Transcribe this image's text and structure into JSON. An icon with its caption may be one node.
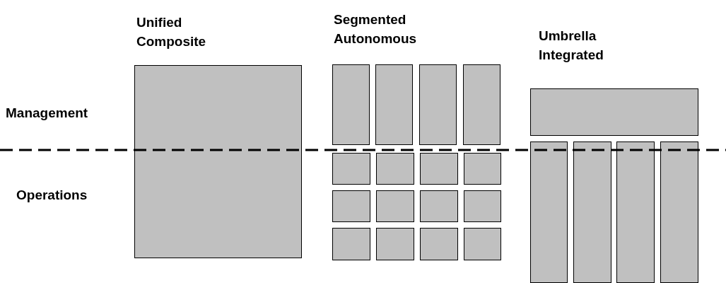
{
  "diagram": {
    "nodes": [
      {
        "text": [],
        "shape": "box"
      },
      {
        "text": [],
        "shape": "box"
      },
      {
        "text": [],
        "shape": "box"
      },
      {
        "text": [],
        "shape": "box"
      },
      {
        "text": [],
        "shape": "box"
      },
      {
        "text": [],
        "shape": "box"
      },
      {
        "text": [],
        "shape": "box"
      },
      {
        "text": [],
        "shape": "box"
      },
      {
        "text": [],
        "shape": "box"
      },
      {
        "text": [],
        "shape": "box"
      },
      {
        "text": [],
        "shape": "box"
      },
      {
        "text": [],
        "shape": "box"
      },
      {
        "text": [],
        "shape": "box"
      },
      {
        "text": [],
        "shape": "box"
      },
      {
        "text": [],
        "shape": "box"
      },
      {
        "text": [],
        "shape": "box"
      },
      {
        "text": [],
        "shape": "box"
      },
      {
        "text": [],
        "shape": "box"
      },
      {
        "text": [],
        "shape": "box"
      },
      {
        "text": [],
        "shape": "box"
      },
      {
        "text": [],
        "shape": "box"
      },
      {
        "text": [],
        "shape": "box"
      }
    ],
    "labels": [
      "Unified Composite",
      "Segmented Autonomous",
      "Umbrella Integrated",
      "Management",
      "Operations"
    ]
  }
}
